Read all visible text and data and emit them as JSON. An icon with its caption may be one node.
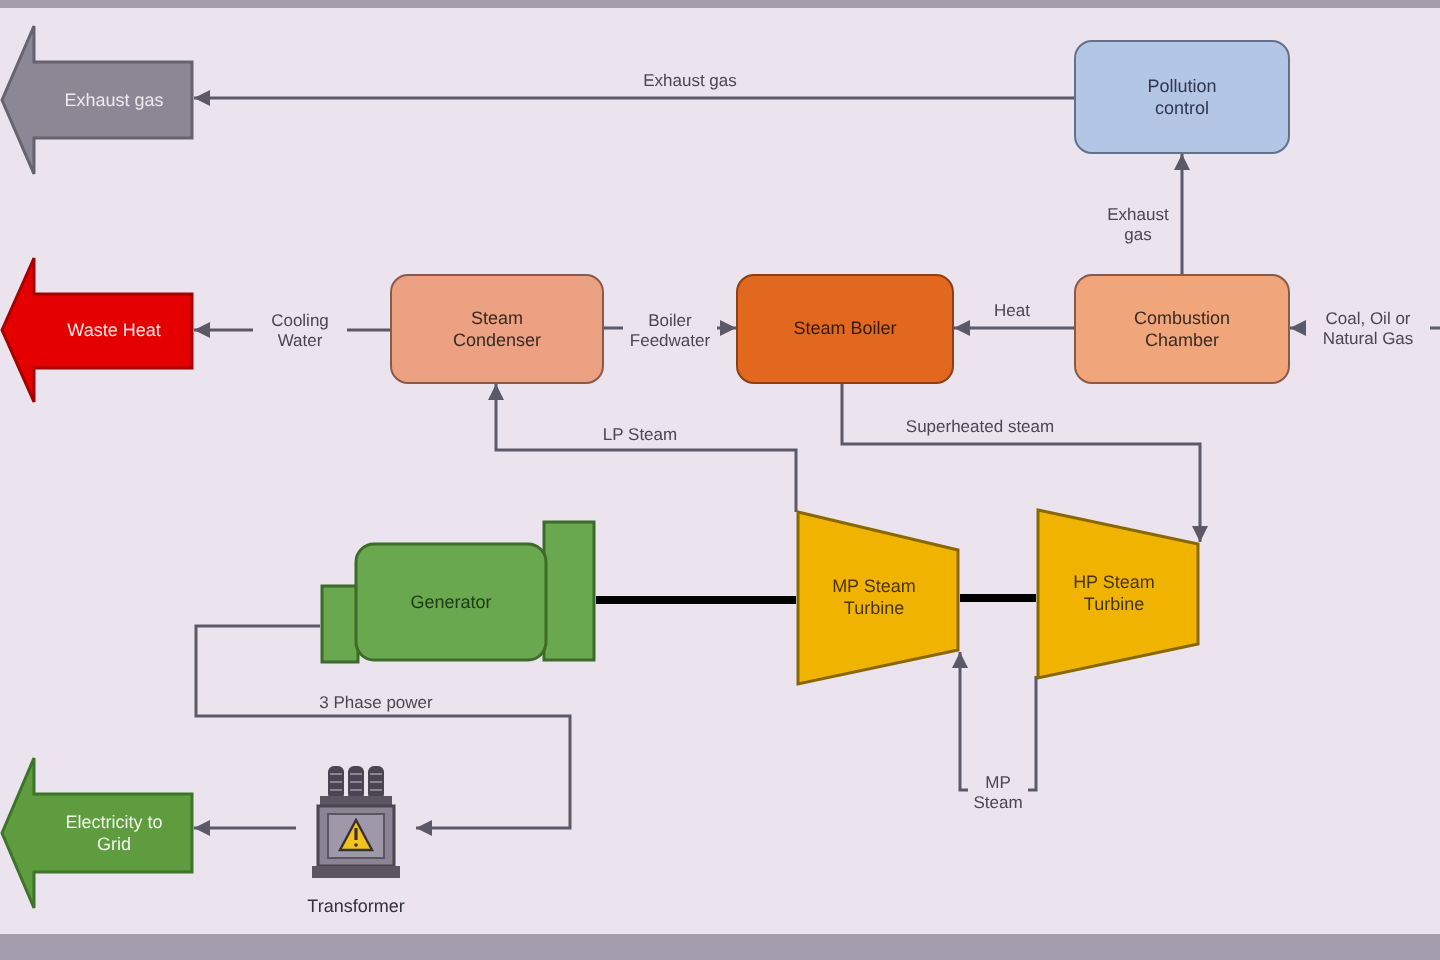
{
  "diagram": {
    "nodes": [
      {
        "text": [
          "Exhaust gas"
        ]
      },
      {
        "text": [
          "Pollution control"
        ]
      },
      {
        "text": [
          "Waste Heat"
        ]
      },
      {
        "text": [
          "Steam Condenser"
        ]
      },
      {
        "text": [
          "Steam Boiler"
        ]
      },
      {
        "text": [
          "Combustion Chamber"
        ]
      },
      {
        "text": [
          "Generator"
        ]
      },
      {
        "text": [
          "MP Steam Turbine"
        ]
      },
      {
        "text": [
          "HP Steam Turbine"
        ]
      },
      {
        "text": [
          "Electricity to Grid"
        ]
      },
      {
        "text": [
          "Transformer"
        ]
      }
    ],
    "edges": [
      {
        "from": 1,
        "to": 0,
        "arrow": "to",
        "label": "Exhaust gas"
      },
      {
        "from": 5,
        "to": 1,
        "arrow": "to",
        "label": "Exhaust gas"
      },
      {
        "from": null,
        "to": 5,
        "arrow": "to",
        "label": "Coal, Oil or Natural Gas"
      },
      {
        "from": 5,
        "to": 4,
        "arrow": "to",
        "label": "Heat"
      },
      {
        "from": 3,
        "to": 4,
        "arrow": "to",
        "label": "Boiler Feedwater"
      },
      {
        "from": 3,
        "to": 2,
        "arrow": "to",
        "label": "Cooling Water"
      },
      {
        "from": 4,
        "to": 8,
        "arrow": "to",
        "label": "Superheated steam"
      },
      {
        "from": 8,
        "to": 7,
        "arrow": "to",
        "label": "MP Steam"
      },
      {
        "from": 7,
        "to": 3,
        "arrow": "to",
        "label": "LP Steam"
      },
      {
        "from": 7,
        "to": 6,
        "arrow": "none",
        "style": "thick",
        "color": "#000000"
      },
      {
        "from": 8,
        "to": 7,
        "arrow": "none",
        "style": "thick",
        "color": "#000000"
      },
      {
        "from": 6,
        "to": 10,
        "arrow": "to",
        "label": "3 Phase power"
      },
      {
        "from": 10,
        "to": 9,
        "arrow": "to"
      }
    ]
  }
}
